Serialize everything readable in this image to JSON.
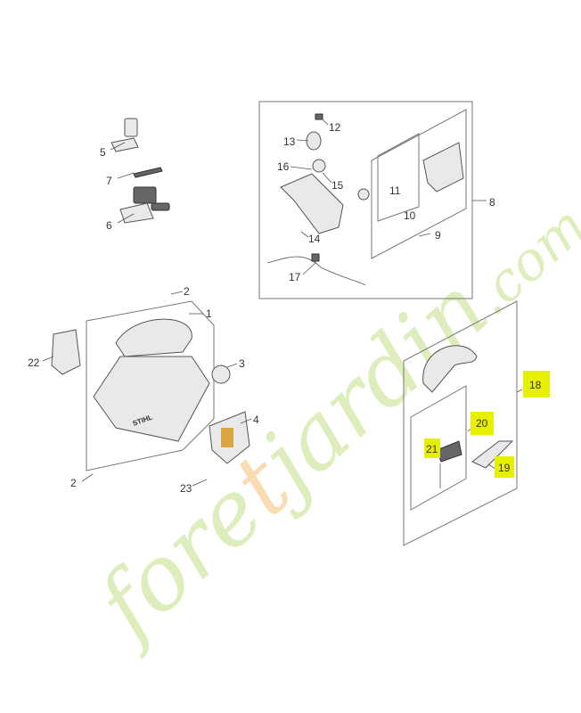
{
  "labels": {
    "l5": "5",
    "l7": "7",
    "l6": "6",
    "l12": "12",
    "l13": "13",
    "l16": "16",
    "l15": "15",
    "l14": "14",
    "l11": "11",
    "l10": "10",
    "l9": "9",
    "l8": "8",
    "l17": "17",
    "l2a": "2",
    "l1": "1",
    "l22": "22",
    "l3": "3",
    "l4": "4",
    "l2b": "2",
    "l23": "23",
    "l18": "18",
    "l20": "20",
    "l21": "21",
    "l19": "19"
  },
  "highlighted_labels": [
    "18",
    "20",
    "21",
    "19"
  ],
  "highlight_color": "#e6f000",
  "watermark": {
    "text": "foretjardin.com",
    "colors": [
      "#b5d96a",
      "#f2b15b"
    ]
  }
}
